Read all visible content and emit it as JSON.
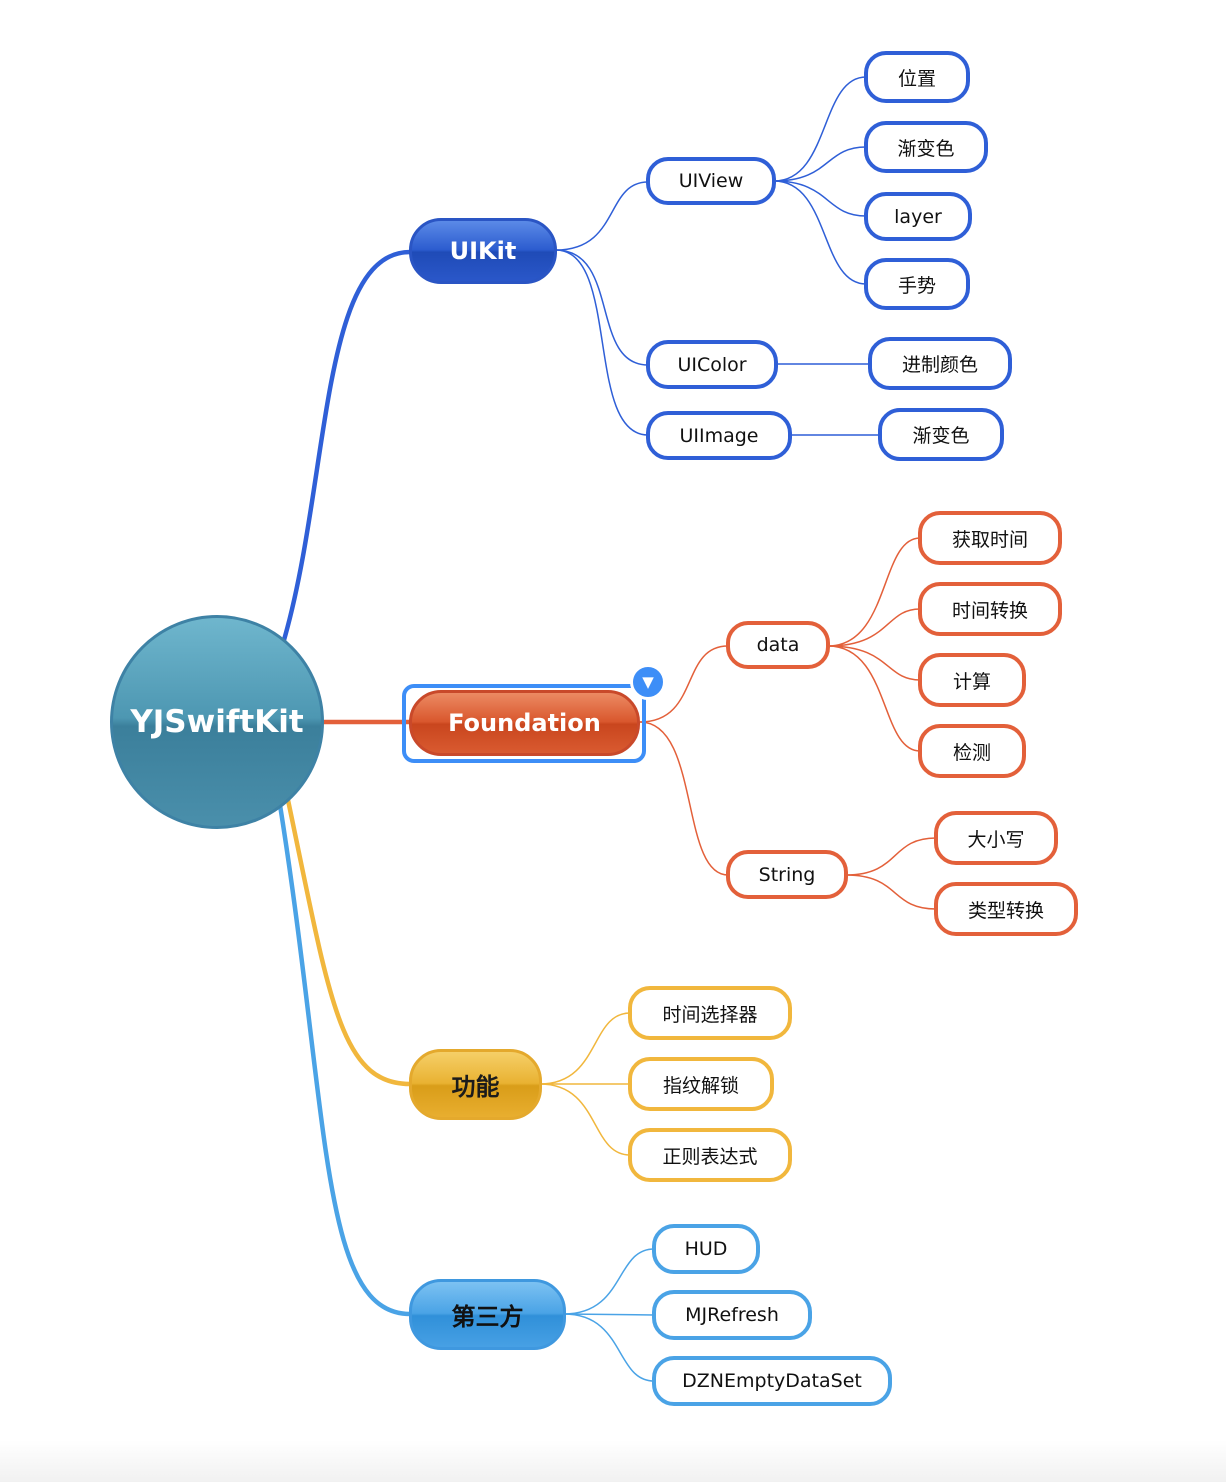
{
  "root": {
    "label": "YJSwiftKit"
  },
  "branches": {
    "uikit": {
      "label": "UIKit",
      "color": "#2f5fd7",
      "children": {
        "uiview": {
          "label": "UIView",
          "children": [
            "位置",
            "渐变色",
            "layer",
            "手势"
          ]
        },
        "uicolor": {
          "label": "UIColor",
          "children": [
            "进制颜色"
          ]
        },
        "uiimage": {
          "label": "UIImage",
          "children": [
            "渐变色"
          ]
        }
      }
    },
    "foundation": {
      "label": "Foundation",
      "color": "#e3603a",
      "selected": true,
      "badge_icon": "collapse-triangle-icon",
      "children": {
        "data": {
          "label": "data",
          "children": [
            "获取时间",
            "时间转换",
            "计算",
            "检测"
          ]
        },
        "string": {
          "label": "String",
          "children": [
            "大小写",
            "类型转换"
          ]
        }
      }
    },
    "function": {
      "label": "功能",
      "color": "#f1b73d",
      "children": [
        "时间选择器",
        "指纹解锁",
        "正则表达式"
      ]
    },
    "third_party": {
      "label": "第三方",
      "color": "#4aa3e6",
      "children": [
        "HUD",
        "MJRefresh",
        "DZNEmptyDataSet"
      ]
    }
  }
}
